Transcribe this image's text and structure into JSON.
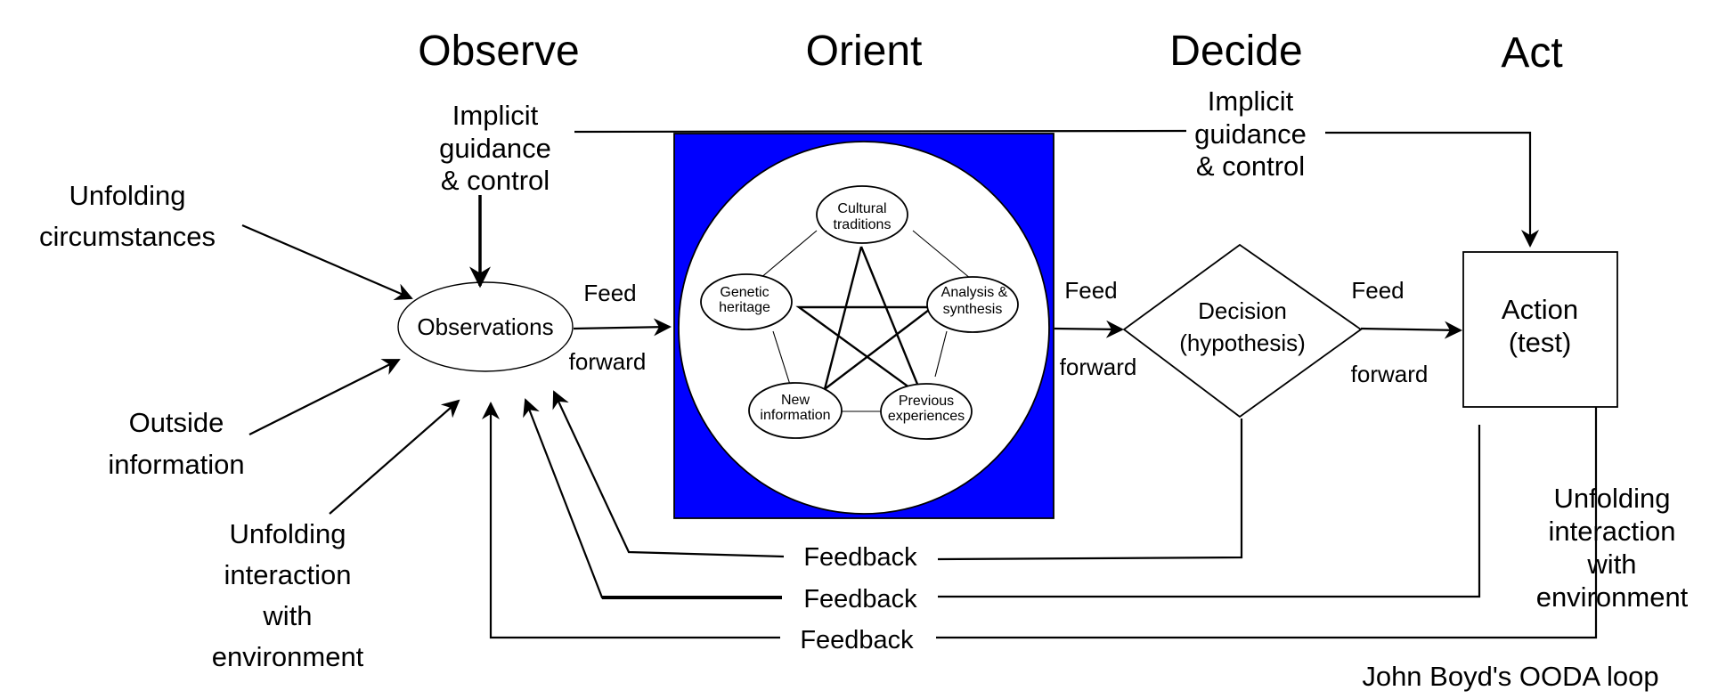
{
  "stages": {
    "observe": "Observe",
    "orient": "Orient",
    "decide": "Decide",
    "act": "Act"
  },
  "implicit_left": [
    "Implicit",
    "guidance",
    "& control"
  ],
  "implicit_right": [
    "Implicit",
    "guidance",
    "& control"
  ],
  "inputs": {
    "unfolding_circumstances": [
      "Unfolding",
      "circumstances"
    ],
    "outside_information": [
      "Outside",
      "information"
    ],
    "unfolding_interaction": [
      "Unfolding",
      "interaction",
      "with",
      "environment"
    ]
  },
  "observations": "Observations",
  "feed_forward": {
    "first": [
      "Feed",
      "forward"
    ],
    "second": [
      "Feed",
      "forward"
    ],
    "third": [
      "Feed",
      "forward"
    ]
  },
  "orient_nodes": {
    "cultural": [
      "Cultural",
      "traditions"
    ],
    "analysis": [
      "Analysis &",
      "synthesis"
    ],
    "previous": [
      "Previous",
      "experiences"
    ],
    "new_info": [
      "New",
      "information"
    ],
    "genetic": [
      "Genetic",
      "heritage"
    ]
  },
  "decision": [
    "Decision",
    "(hypothesis)"
  ],
  "action": [
    "Action",
    "(test)"
  ],
  "feedback": [
    "Feedback",
    "Feedback",
    "Feedback"
  ],
  "act_interaction": [
    "Unfolding",
    "interaction",
    "with",
    "environment"
  ],
  "caption": "John Boyd's OODA loop",
  "colors": {
    "orient_fill": "#0000ff",
    "line": "#000000",
    "background": "#ffffff"
  }
}
